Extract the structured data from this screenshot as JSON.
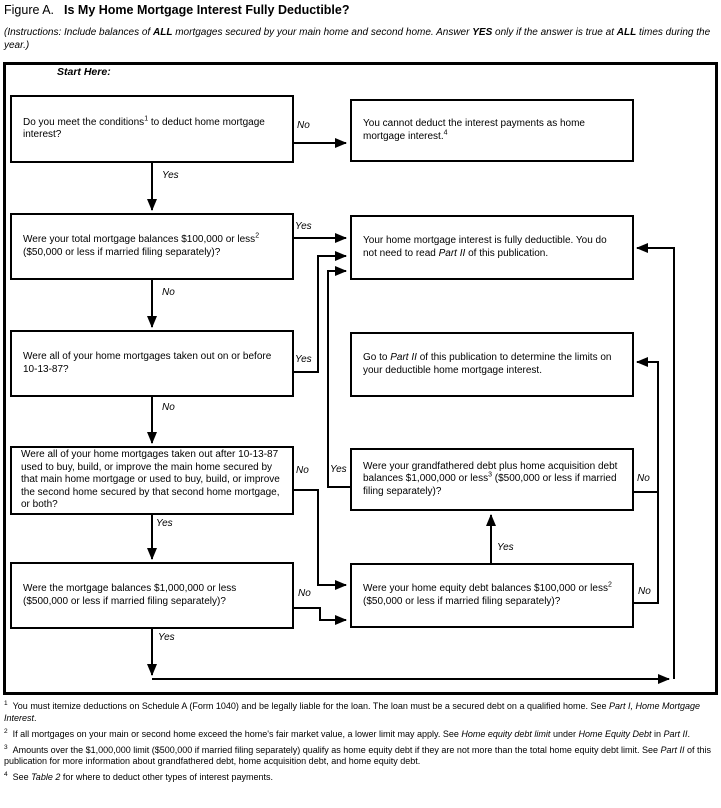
{
  "colors": {
    "ink": "#000000",
    "background": "#ffffff"
  },
  "title": {
    "prefix": "Figure A.",
    "main": "Is My Home Mortgage Interest Fully Deductible?"
  },
  "instructions": {
    "t1": "(Instructions: Include balances of ",
    "b1": "ALL",
    "t2": " mortgages secured by your main home and second home. Answer ",
    "b2": "YES",
    "t3": " only if the answer is true at ",
    "b3": "ALL",
    "t4": " times during the year.)"
  },
  "flowchart": {
    "start_here": "Start Here:",
    "boxes": {
      "q_conditions": {
        "t1": "Do you meet the conditions",
        "sup": "1",
        "t2": " to deduct home mortgage interest?"
      },
      "cannot_deduct": {
        "t1": "You cannot deduct the interest payments as home mortgage interest.",
        "sup": "4"
      },
      "q_total_balances_100k": {
        "t1": "Were your total mortgage balances $100,000 or less",
        "sup": "2",
        "t2": " ($50,000 or less if married filing separately)?"
      },
      "fully_deductible": {
        "t1": "Your home mortgage interest is fully deductible. You do not need to read ",
        "i1": "Part II",
        "t2": " of this publication."
      },
      "q_before_10_13_87": {
        "t1": "Were all of your home mortgages taken out on or before 10-13-87?"
      },
      "go_to_part_ii": {
        "t1": "Go to ",
        "i1": "Part II",
        "t2": " of this publication to determine the limits on your deductible home mortgage interest."
      },
      "q_after_10_13_87": {
        "t1": "Were all of your home mortgages taken out after 10-13-87 used to buy, build, or improve the main home secured by that main home mortgage or used to buy, build, or improve the second home secured by that second home mortgage, or both?"
      },
      "q_grandfathered": {
        "t1": "Were your grandfathered debt plus home acquisition debt balances $1,000,000 or less",
        "sup": "3",
        "t2": " ($500,000 or less if married filing separately)?"
      },
      "q_mortgage_balances_1m": {
        "t1": "Were the mortgage balances $1,000,000 or less ($500,000 or less if married filing separately)?"
      },
      "q_home_equity_100k": {
        "t1": "Were your home equity debt balances $100,000 or less",
        "sup": "2",
        "t2": " ($50,000 or less if married filing separately)?"
      }
    },
    "labels": {
      "l1_no": "No",
      "l1_yes": "Yes",
      "l2_yes": "Yes",
      "l2_no": "No",
      "l3_yes": "Yes",
      "l3_no": "No",
      "l4_no": "No",
      "l4_yes": "Yes",
      "r4_yes": "Yes",
      "r4_no": "No",
      "l5_no": "No",
      "l5_yes": "Yes",
      "r5_yes": "Yes",
      "r5_no": "No"
    },
    "edges": [
      {
        "from": "q_conditions",
        "to": "cannot_deduct",
        "label": "No"
      },
      {
        "from": "q_conditions",
        "to": "q_total_balances_100k",
        "label": "Yes"
      },
      {
        "from": "q_total_balances_100k",
        "to": "fully_deductible",
        "label": "Yes"
      },
      {
        "from": "q_total_balances_100k",
        "to": "q_before_10_13_87",
        "label": "No"
      },
      {
        "from": "q_before_10_13_87",
        "to": "fully_deductible",
        "label": "Yes"
      },
      {
        "from": "q_before_10_13_87",
        "to": "q_after_10_13_87",
        "label": "No"
      },
      {
        "from": "q_after_10_13_87",
        "to": "q_mortgage_balances_1m",
        "label": "Yes"
      },
      {
        "from": "q_after_10_13_87",
        "to": "q_home_equity_100k",
        "label": "No"
      },
      {
        "from": "q_mortgage_balances_1m",
        "to": "fully_deductible",
        "label": "Yes"
      },
      {
        "from": "q_mortgage_balances_1m",
        "to": "q_home_equity_100k",
        "label": "No"
      },
      {
        "from": "q_home_equity_100k",
        "to": "q_grandfathered",
        "label": "Yes"
      },
      {
        "from": "q_home_equity_100k",
        "to": "go_to_part_ii",
        "label": "No"
      },
      {
        "from": "q_grandfathered",
        "to": "fully_deductible",
        "label": "Yes"
      },
      {
        "from": "q_grandfathered",
        "to": "go_to_part_ii",
        "label": "No"
      }
    ]
  },
  "footnotes": [
    {
      "sup": "1",
      "t1": "You must itemize deductions on Schedule A (Form 1040) and be legally liable for the loan. The loan must be a secured debt on a qualified home. See ",
      "i1": "Part I, Home Mortgage Interest",
      "t2": "."
    },
    {
      "sup": "2",
      "t1": "If all mortgages on your main or second home exceed the home's fair market value, a lower limit may apply. See ",
      "i1": "Home equity debt limit",
      "t2": " under ",
      "i2": "Home Equity Debt",
      "t3": " in ",
      "i3": "Part II",
      "t4": "."
    },
    {
      "sup": "3",
      "t1": "Amounts over the $1,000,000 limit ($500,000 if married filing separately) qualify as home equity debt if they are not more than the total home equity debt limit. See ",
      "i1": "Part II",
      "t2": " of this publication for more information about grandfathered debt, home acquisition debt, and home equity debt."
    },
    {
      "sup": "4",
      "t1": "See ",
      "i1": "Table 2",
      "t2": " for where to deduct other types of interest payments."
    }
  ]
}
